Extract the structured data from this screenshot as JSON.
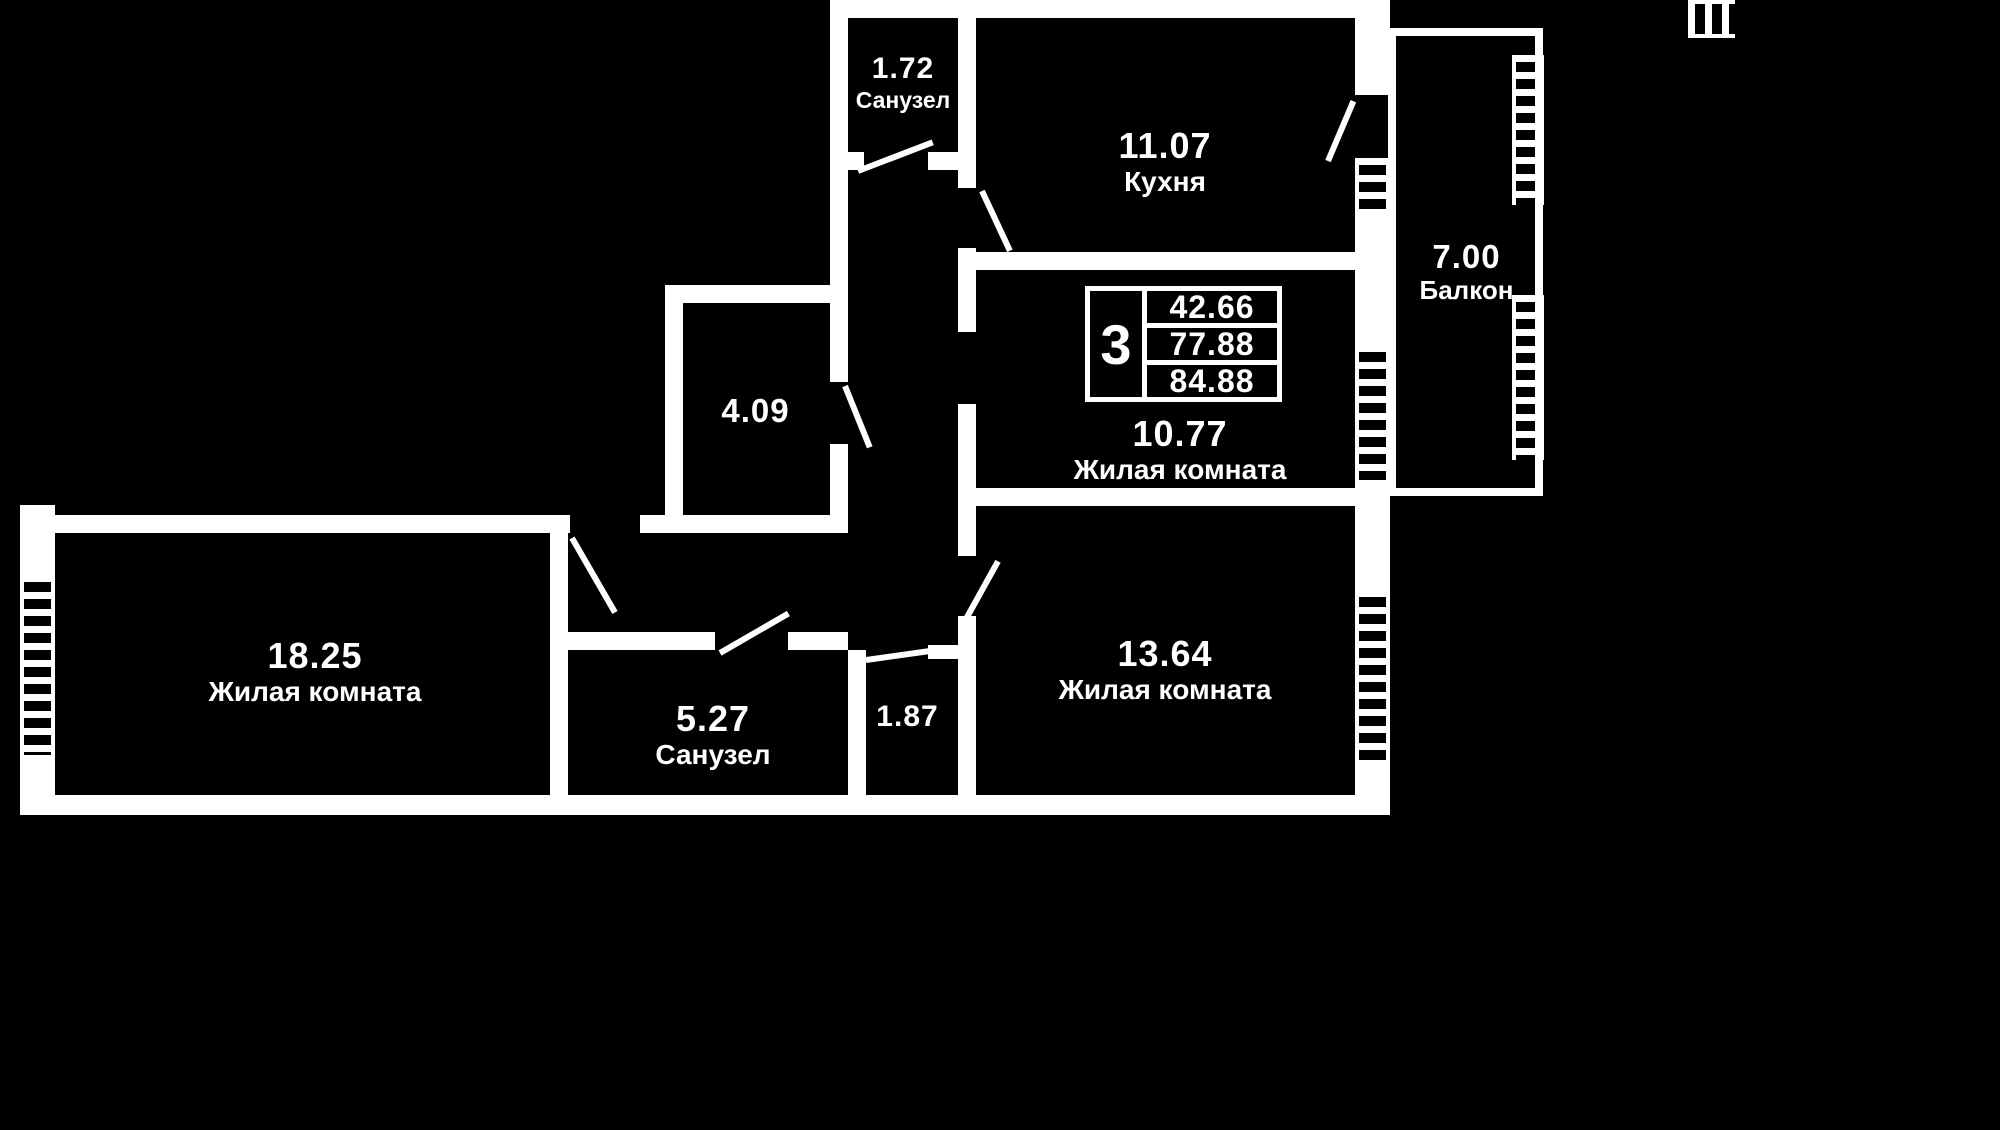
{
  "colors": {
    "background": "#000000",
    "walls": "#ffffff",
    "text": "#ffffff"
  },
  "legend": {
    "rooms_count": "3",
    "values": [
      "42.66",
      "77.88",
      "84.88"
    ]
  },
  "rooms": {
    "wc_top": {
      "area": "1.72",
      "name": "Санузел"
    },
    "kitchen": {
      "area": "11.07",
      "name": "Кухня"
    },
    "balcony": {
      "area": "7.00",
      "name": "Балкон"
    },
    "living_1": {
      "area": "10.77",
      "name": "Жилая комната"
    },
    "hallway": {
      "area": "4.09"
    },
    "living_2": {
      "area": "18.25",
      "name": "Жилая комната"
    },
    "wc_bottom": {
      "area": "5.27",
      "name": "Санузел"
    },
    "closet": {
      "area": "1.87"
    },
    "living_3": {
      "area": "13.64",
      "name": "Жилая комната"
    }
  }
}
